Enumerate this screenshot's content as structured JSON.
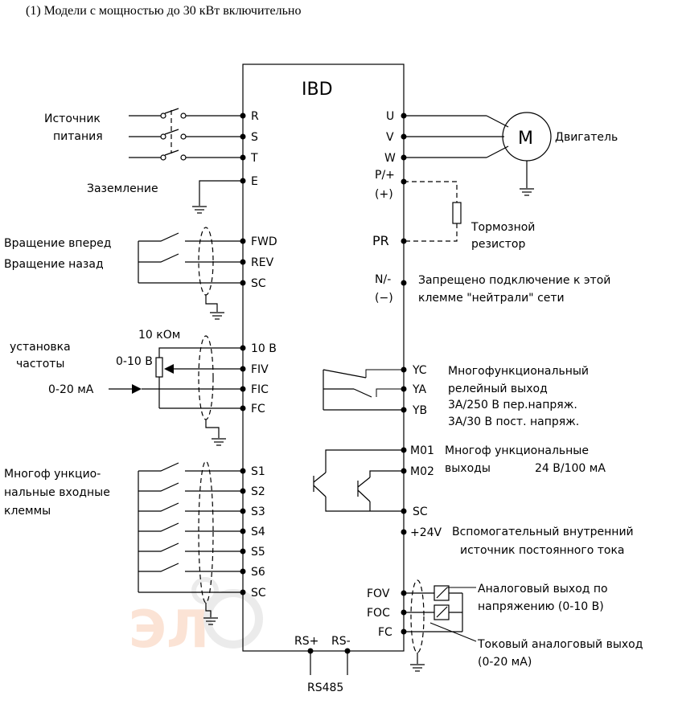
{
  "heading": "(1)  Модели с мощностью до 30 кВт включительно",
  "device": {
    "title": "IBD"
  },
  "left_terminals": {
    "power": [
      "R",
      "S",
      "T"
    ],
    "ground": "E",
    "dir": [
      "FWD",
      "REV",
      "SC"
    ],
    "analog": [
      "10 В",
      "FIV",
      "FIC",
      "FC"
    ],
    "multi": [
      "S1",
      "S2",
      "S3",
      "S4",
      "S5",
      "S6",
      "SC"
    ]
  },
  "right_terminals": {
    "motor": [
      "U",
      "V",
      "W"
    ],
    "p_plus": "P/+",
    "p_plus_paren": "(+)",
    "pr": "PR",
    "n_minus": "N/-",
    "n_minus_paren": "(−)",
    "relay": [
      "YC",
      "YA",
      "YB"
    ],
    "outputs": [
      "M01",
      "M02",
      "SC"
    ],
    "plus24": "+24V",
    "analog_out": [
      "FOV",
      "FOC",
      "FC"
    ],
    "rs_plus": "RS+",
    "rs_minus": "RS-"
  },
  "labels": {
    "source_1": "Источник",
    "source_2": "питания",
    "ground": "Заземление",
    "fwd": "Вращение вперед",
    "rev": "Вращение назад",
    "freq_1": "установка",
    "freq_2": "частоты",
    "pot": "10 кОм",
    "v010": "0-10 В",
    "ma020": "0-20 мА",
    "multi_in_1": "Многоф ункцио-",
    "multi_in_2": "нальные входные",
    "multi_in_3": "клеммы",
    "motor_symbol": "M",
    "motor": "Двигатель",
    "brake_1": "Тормозной",
    "brake_2": "резистор",
    "neutral_1": "Запрещено подключение к этой",
    "neutral_2": "клемме \"нейтрали\" сети",
    "relay_1": "Многофункциональный",
    "relay_2": "релейный выход",
    "relay_3": "3А/250 В пер.напряж.",
    "relay_4": "3А/30 В пост. напряж.",
    "outputs_1": "Многоф ункциональные",
    "outputs_2": "выходы",
    "outputs_3": "24 В/100 мА",
    "aux_1": "Вспомогательный внутренний",
    "aux_2": "источник постоянного тока",
    "aout_v_1": "Аналоговый выход по",
    "aout_v_2": "напряжению (0-10 В)",
    "aout_i_1": "Токовый аналоговый выход",
    "aout_i_2": "(0-20 мА)",
    "rs485": "RS485"
  }
}
